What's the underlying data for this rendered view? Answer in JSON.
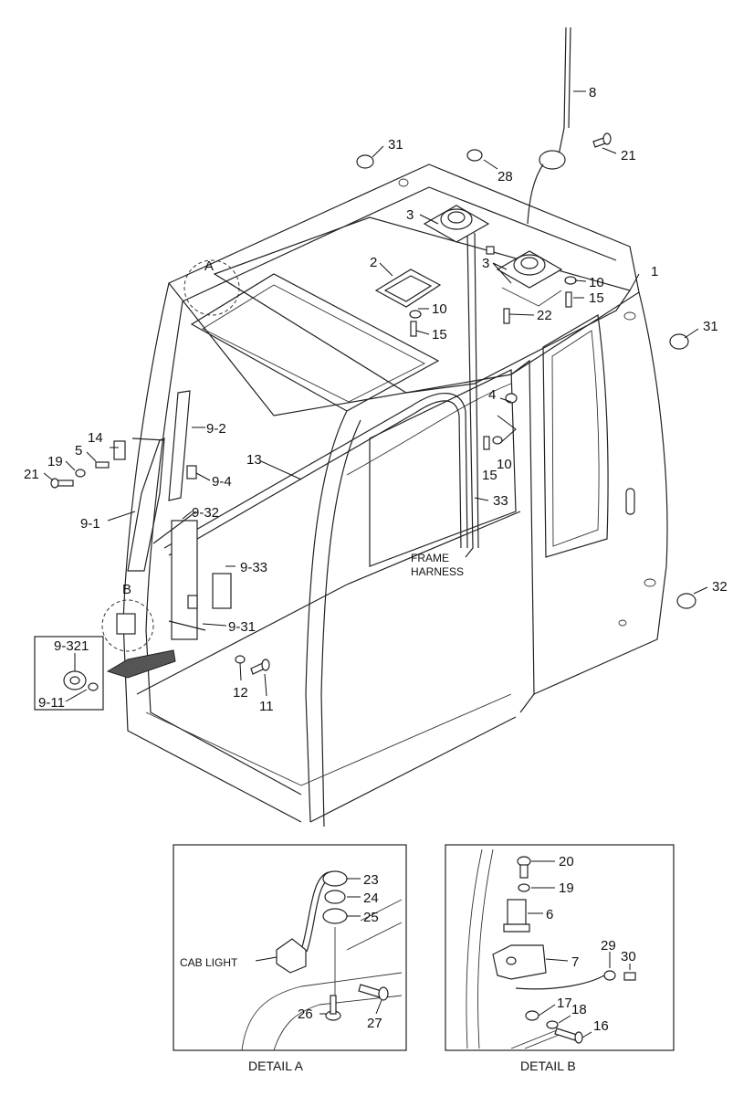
{
  "labels": {
    "l1": "1",
    "l2": "2",
    "l3a": "3",
    "l3b": "3",
    "l4": "4",
    "l5": "5",
    "l8": "8",
    "l9_1": "9-1",
    "l9_2": "9-2",
    "l9_4": "9-4",
    "l9_31": "9-31",
    "l9_32": "9-32",
    "l9_33": "9-33",
    "l9_321": "9-321",
    "l9_11": "9-11",
    "l10a": "10",
    "l10b": "10",
    "l10c": "10",
    "l11": "11",
    "l12": "12",
    "l13": "13",
    "l14": "14",
    "l15a": "15",
    "l15b": "15",
    "l15c": "15",
    "l19": "19",
    "l21a": "21",
    "l21b": "21",
    "l22": "22",
    "l28": "28",
    "l31a": "31",
    "l31b": "31",
    "l32": "32",
    "l33": "33",
    "frame1": "FRAME",
    "frame2": "HARNESS",
    "detA": "A",
    "detB": "B"
  },
  "detail_a": {
    "caption": "DETAIL A",
    "cab_light": "CAB LIGHT",
    "l23": "23",
    "l24": "24",
    "l25": "25",
    "l26": "26",
    "l27": "27"
  },
  "detail_b": {
    "caption": "DETAIL B",
    "l6": "6",
    "l7": "7",
    "l16": "16",
    "l17": "17",
    "l18": "18",
    "l19": "19",
    "l20": "20",
    "l29": "29",
    "l30": "30"
  }
}
